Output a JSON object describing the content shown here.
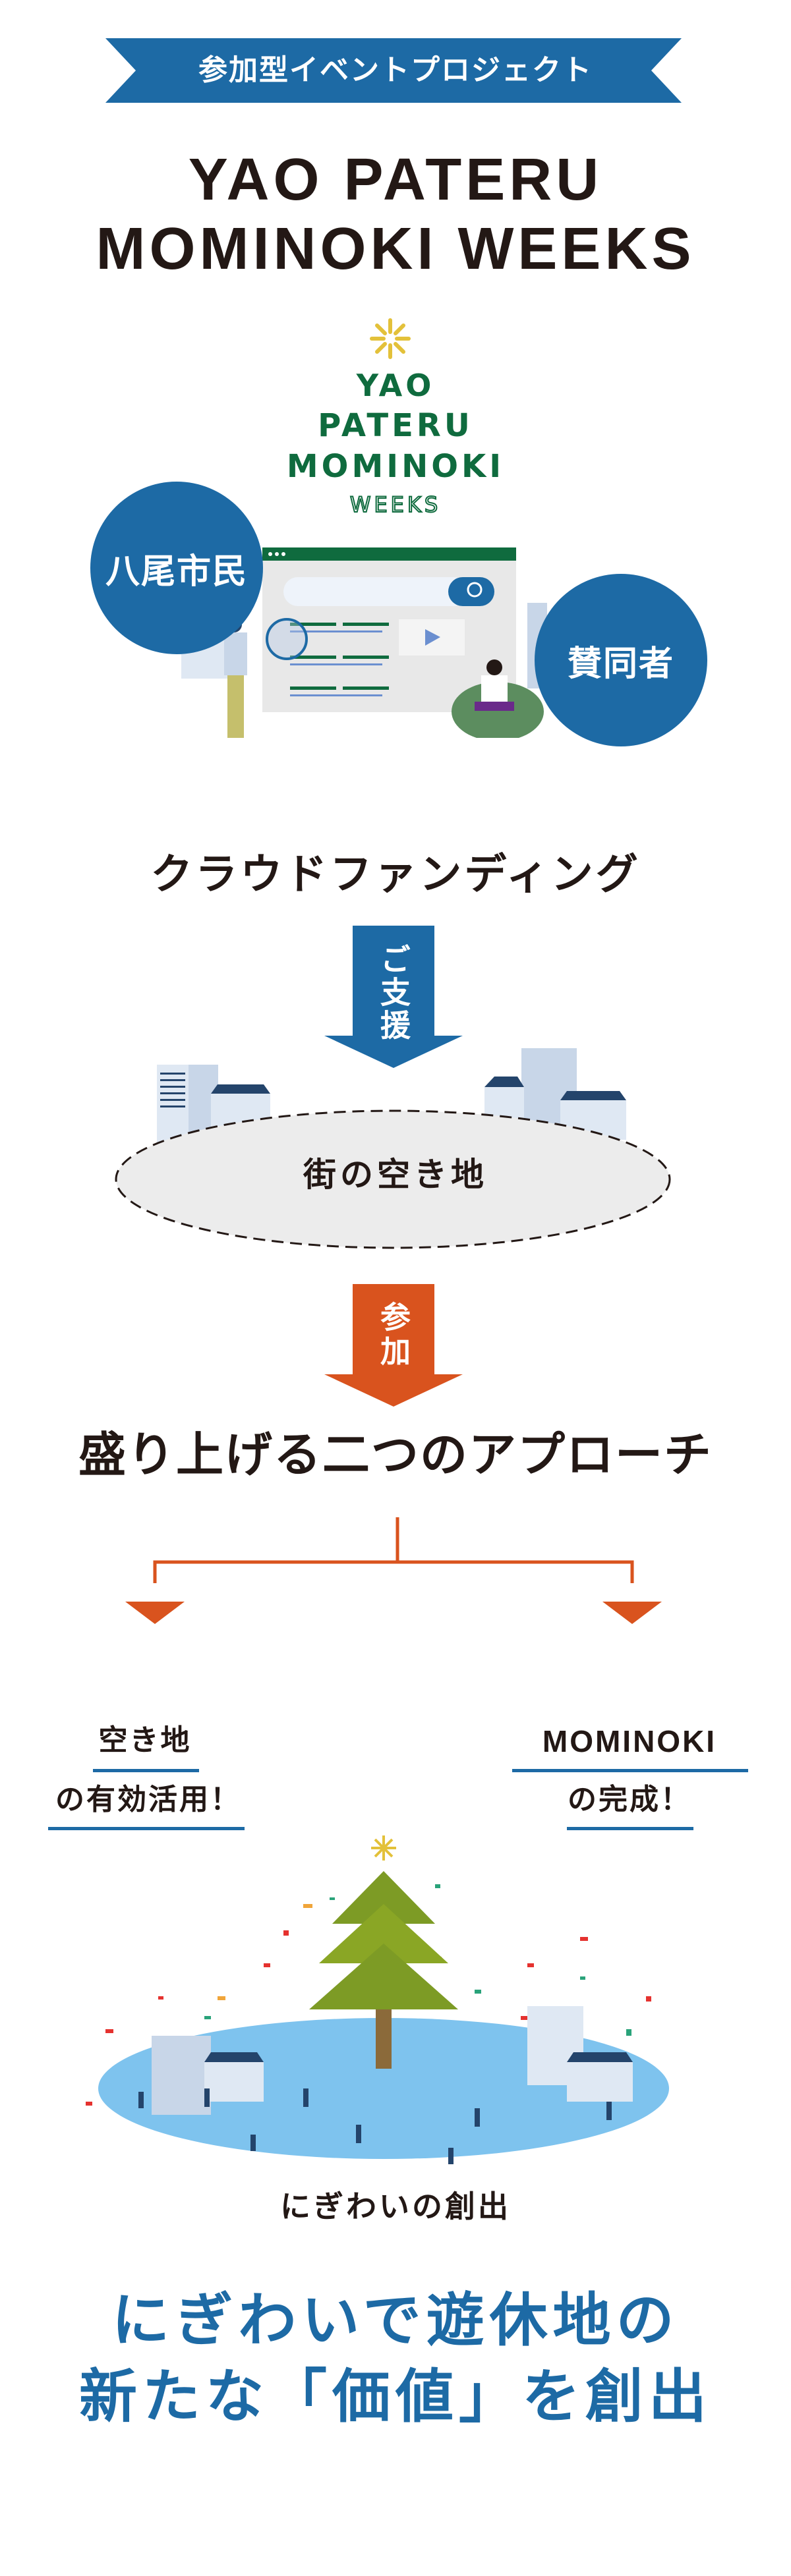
{
  "ribbon": {
    "label": "参加型イベントプロジェクト"
  },
  "title": {
    "line1": "YAO PATERU",
    "line2": "MOMINOKI WEEKS"
  },
  "logo": {
    "line1": "YAO",
    "line2": "PATERU",
    "line3": "MOMINOKI",
    "line4": "WEEKS"
  },
  "participants": {
    "citizens": "八尾市民",
    "supporters": "賛同者"
  },
  "crowdfunding": {
    "label": "クラウドファンディング"
  },
  "support_arrow": {
    "label": "ご支援"
  },
  "vacant_lot": {
    "label": "街の空き地"
  },
  "participate_arrow": {
    "label": "参加"
  },
  "approaches": {
    "heading": "盛り上げる二つのアプローチ"
  },
  "approach_left": {
    "line1": "空き地",
    "line2": "の有効活用！"
  },
  "approach_right": {
    "line1": "MOMINOKI",
    "line2": "の完成！"
  },
  "result": {
    "label": "にぎわいの創出"
  },
  "conclusion": {
    "line1": "にぎわいで遊休地の",
    "line2": "新たな「価値」を創出"
  },
  "colors": {
    "blue": "#1d6aa5",
    "orange": "#d9531e",
    "green": "#0f6b3e",
    "dark": "#231815"
  }
}
